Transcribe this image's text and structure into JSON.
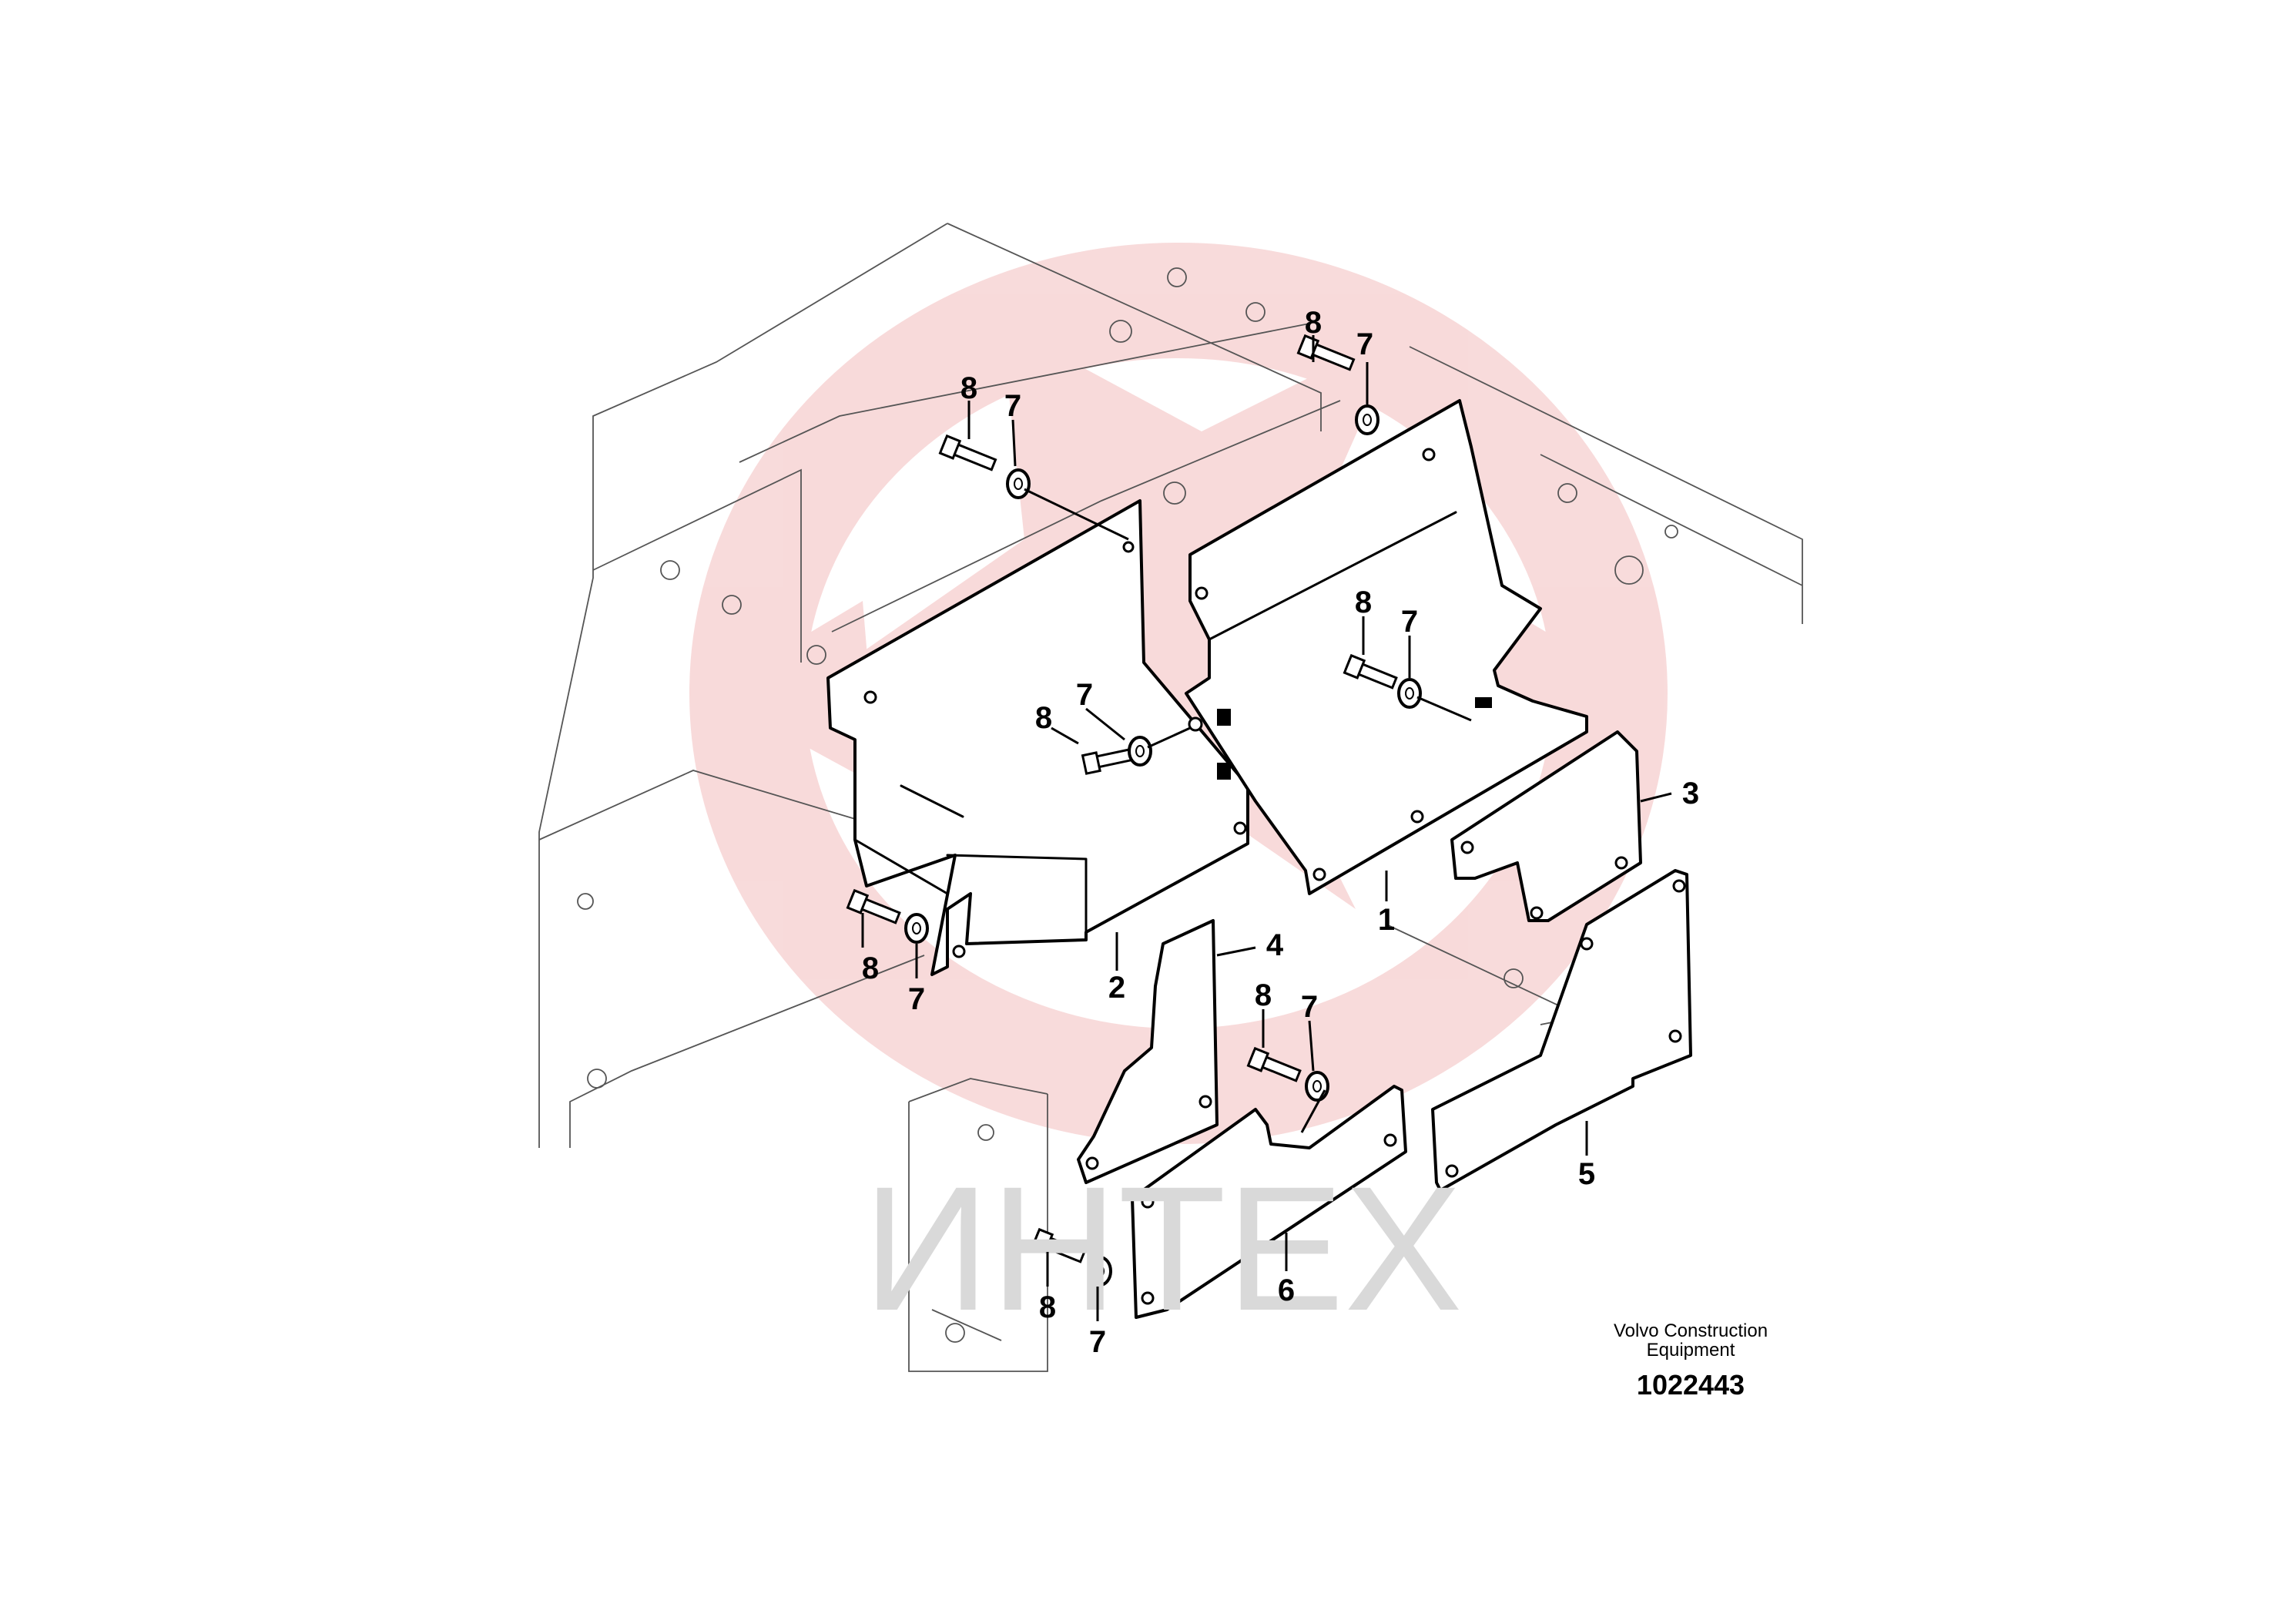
{
  "watermark": {
    "logo_color": "#e05a5a",
    "text": "ИНТЕХ",
    "text_color": "#d9d9d9"
  },
  "callouts": {
    "c1": "1",
    "c2": "2",
    "c3": "3",
    "c4": "4",
    "c5": "5",
    "c6": "6",
    "c7a": "7",
    "c7b": "7",
    "c7c": "7",
    "c7d": "7",
    "c7e": "7",
    "c7f": "7",
    "c7g": "7",
    "c8a": "8",
    "c8b": "8",
    "c8c": "8",
    "c8d": "8",
    "c8e": "8",
    "c8f": "8",
    "c8g": "8"
  },
  "caption": {
    "line1": "Volvo Construction",
    "line2": "Equipment",
    "part_number": "1022443"
  }
}
